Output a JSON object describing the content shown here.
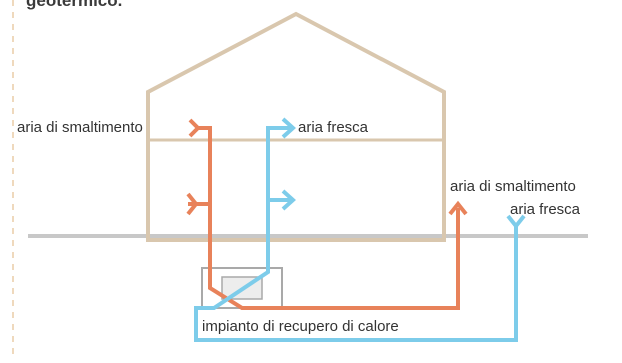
{
  "title_fragment": "geotermico.",
  "labels": {
    "exhaust_inside": "aria di smaltimento",
    "fresh_inside": "aria fresca",
    "exhaust_outside": "aria di smaltimento",
    "fresh_outside": "aria fresca",
    "heat_recovery_unit": "impianto di recupero di calore"
  },
  "colors": {
    "exhaust_air": "#E8825A",
    "fresh_air": "#7DCCEA",
    "house_outline": "#D9C7AE",
    "ground_line": "#C8C8C8",
    "side_dashes": "#EFD9BD",
    "unit_box": "#A9A9A9",
    "text": "#333333"
  },
  "icons": {
    "exhaust_intake": "y-fork-icon",
    "fresh_outlet": "arrow-right-icon",
    "exhaust_outlet": "arrow-up-icon",
    "fresh_intake": "y-fork-icon"
  }
}
